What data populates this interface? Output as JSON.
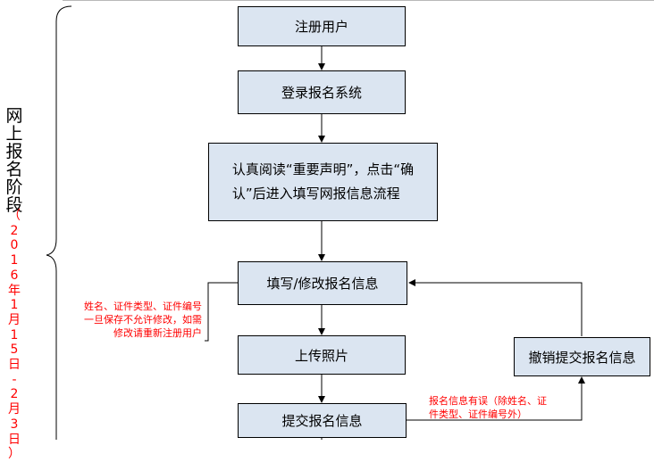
{
  "stage": {
    "title_chars": [
      "网",
      "上",
      "报",
      "名",
      "阶",
      "段"
    ],
    "dates_chars": [
      "（",
      "2",
      "0",
      "1",
      "6",
      "年",
      "1",
      "月",
      "1",
      "5",
      "日",
      "-",
      "2",
      "月",
      "3",
      "日",
      "）"
    ]
  },
  "steps": {
    "register": "注册用户",
    "login": "登录报名系统",
    "read_line1": "认真阅读“重要声明”，点击“确",
    "read_line2": "认”后进入填写网报信息流程",
    "fill": "填写/修改报名信息",
    "upload": "上传照片",
    "submit": "提交报名信息",
    "revoke": "撤销提交报名信息"
  },
  "notes": {
    "left_line1": "姓名、证件类型、证件编号",
    "left_line2": "一旦保存不允许修改，如需",
    "left_line3": "修改请重新注册用户",
    "right_line1": "报名信息有误（除姓名、证",
    "right_line2": "件类型、证件编号外）"
  },
  "colors": {
    "box_fill": "#dbe5f1",
    "note_text": "#ff0000",
    "line": "#000000"
  }
}
